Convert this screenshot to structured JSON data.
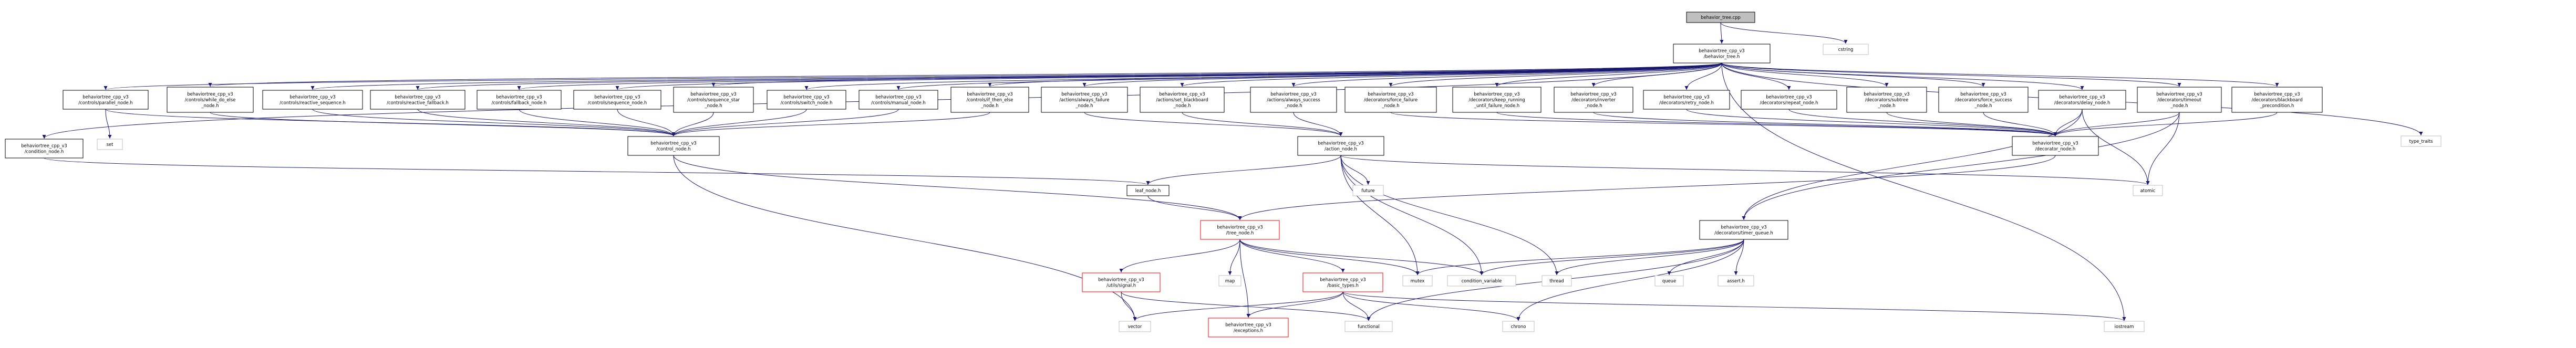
{
  "colors": {
    "edge": "#191970",
    "box_border_black": "#000000",
    "box_border_red": "#ff0000",
    "box_border_gray": "#bfbfbf",
    "root_fill": "#bfbfbf",
    "box_fill": "#ffffff"
  },
  "nodes": [
    {
      "id": "root",
      "style": "root",
      "lines": [
        "behavior_tree.cpp"
      ]
    },
    {
      "id": "bt",
      "style": "black",
      "lines": [
        "behaviortree_cpp_v3",
        "/behavior_tree.h"
      ]
    },
    {
      "id": "cstring",
      "style": "gray",
      "lines": [
        "cstring"
      ]
    },
    {
      "id": "cond",
      "style": "black",
      "lines": [
        "behaviortree_cpp_v3",
        "/condition_node.h"
      ]
    },
    {
      "id": "par",
      "style": "black",
      "lines": [
        "behaviortree_cpp_v3",
        "/controls/parallel_node.h"
      ]
    },
    {
      "id": "set",
      "style": "gray",
      "lines": [
        "set"
      ]
    },
    {
      "id": "whiledo",
      "style": "black",
      "lines": [
        "behaviortree_cpp_v3",
        "/controls/while_do_else",
        "_node.h"
      ]
    },
    {
      "id": "rseq",
      "style": "black",
      "lines": [
        "behaviortree_cpp_v3",
        "/controls/reactive_sequence.h"
      ]
    },
    {
      "id": "rfall",
      "style": "black",
      "lines": [
        "behaviortree_cpp_v3",
        "/controls/reactive_fallback.h"
      ]
    },
    {
      "id": "fall",
      "style": "black",
      "lines": [
        "behaviortree_cpp_v3",
        "/controls/fallback_node.h"
      ]
    },
    {
      "id": "seq",
      "style": "black",
      "lines": [
        "behaviortree_cpp_v3",
        "/controls/sequence_node.h"
      ]
    },
    {
      "id": "seqstar",
      "style": "black",
      "lines": [
        "behaviortree_cpp_v3",
        "/controls/sequence_star",
        "_node.h"
      ]
    },
    {
      "id": "switch",
      "style": "black",
      "lines": [
        "behaviortree_cpp_v3",
        "/controls/switch_node.h"
      ]
    },
    {
      "id": "manual",
      "style": "black",
      "lines": [
        "behaviortree_cpp_v3",
        "/controls/manual_node.h"
      ]
    },
    {
      "id": "ifthen",
      "style": "black",
      "lines": [
        "behaviortree_cpp_v3",
        "/controls/if_then_else",
        "_node.h"
      ]
    },
    {
      "id": "afail",
      "style": "black",
      "lines": [
        "behaviortree_cpp_v3",
        "/actions/always_failure",
        "_node.h"
      ]
    },
    {
      "id": "setbb",
      "style": "black",
      "lines": [
        "behaviortree_cpp_v3",
        "/actions/set_blackboard",
        "_node.h"
      ]
    },
    {
      "id": "asucc",
      "style": "black",
      "lines": [
        "behaviortree_cpp_v3",
        "/actions/always_success",
        "_node.h"
      ]
    },
    {
      "id": "dforcefail",
      "style": "black",
      "lines": [
        "behaviortree_cpp_v3",
        "/decorators/force_failure",
        "_node.h"
      ]
    },
    {
      "id": "dkeep",
      "style": "black",
      "lines": [
        "behaviortree_cpp_v3",
        "/decorators/keep_running",
        "_until_failure_node.h"
      ]
    },
    {
      "id": "dinv",
      "style": "black",
      "lines": [
        "behaviortree_cpp_v3",
        "/decorators/inverter",
        "_node.h"
      ]
    },
    {
      "id": "dretry",
      "style": "black",
      "lines": [
        "behaviortree_cpp_v3",
        "/decorators/retry_node.h"
      ]
    },
    {
      "id": "drepeat",
      "style": "black",
      "lines": [
        "behaviortree_cpp_v3",
        "/decorators/repeat_node.h"
      ]
    },
    {
      "id": "dsub",
      "style": "black",
      "lines": [
        "behaviortree_cpp_v3",
        "/decorators/subtree",
        "_node.h"
      ]
    },
    {
      "id": "dforcesucc",
      "style": "black",
      "lines": [
        "behaviortree_cpp_v3",
        "/decorators/force_success",
        "_node.h"
      ]
    },
    {
      "id": "ddelay",
      "style": "black",
      "lines": [
        "behaviortree_cpp_v3",
        "/decorators/delay_node.h"
      ]
    },
    {
      "id": "dtimeout",
      "style": "black",
      "lines": [
        "behaviortree_cpp_v3",
        "/decorators/timeout",
        "_node.h"
      ]
    },
    {
      "id": "dbb",
      "style": "black",
      "lines": [
        "behaviortree_cpp_v3",
        "/decorators/blackboard",
        "_precondition.h"
      ]
    },
    {
      "id": "typetraits",
      "style": "gray",
      "lines": [
        "type_traits"
      ]
    },
    {
      "id": "control",
      "style": "black",
      "lines": [
        "behaviortree_cpp_v3",
        "/control_node.h"
      ]
    },
    {
      "id": "action",
      "style": "black",
      "lines": [
        "behaviortree_cpp_v3",
        "/action_node.h"
      ]
    },
    {
      "id": "decorator",
      "style": "black",
      "lines": [
        "behaviortree_cpp_v3",
        "/decorator_node.h"
      ]
    },
    {
      "id": "leaf",
      "style": "black",
      "lines": [
        "leaf_node.h"
      ]
    },
    {
      "id": "future",
      "style": "gray",
      "lines": [
        "future"
      ]
    },
    {
      "id": "atomic",
      "style": "gray",
      "lines": [
        "atomic"
      ]
    },
    {
      "id": "treenode",
      "style": "red",
      "lines": [
        "behaviortree_cpp_v3",
        "/tree_node.h"
      ]
    },
    {
      "id": "timerq",
      "style": "black",
      "lines": [
        "behaviortree_cpp_v3",
        "/decorators/timer_queue.h"
      ]
    },
    {
      "id": "signal",
      "style": "red",
      "lines": [
        "behaviortree_cpp_v3",
        "/utils/signal.h"
      ]
    },
    {
      "id": "map",
      "style": "gray",
      "lines": [
        "map"
      ]
    },
    {
      "id": "basic",
      "style": "red",
      "lines": [
        "behaviortree_cpp_v3",
        "/basic_types.h"
      ]
    },
    {
      "id": "mutex",
      "style": "gray",
      "lines": [
        "mutex"
      ]
    },
    {
      "id": "condvar",
      "style": "gray",
      "lines": [
        "condition_variable"
      ]
    },
    {
      "id": "thread",
      "style": "gray",
      "lines": [
        "thread"
      ]
    },
    {
      "id": "queue",
      "style": "gray",
      "lines": [
        "queue"
      ]
    },
    {
      "id": "asserth",
      "style": "gray",
      "lines": [
        "assert.h"
      ]
    },
    {
      "id": "vector",
      "style": "gray",
      "lines": [
        "vector"
      ]
    },
    {
      "id": "exceptions",
      "style": "red",
      "lines": [
        "behaviortree_cpp_v3",
        "/exceptions.h"
      ]
    },
    {
      "id": "functional",
      "style": "gray",
      "lines": [
        "functional"
      ]
    },
    {
      "id": "chrono",
      "style": "gray",
      "lines": [
        "chrono"
      ]
    },
    {
      "id": "iostream",
      "style": "gray",
      "lines": [
        "iostream"
      ]
    }
  ],
  "edges": [
    [
      "root",
      "bt"
    ],
    [
      "root",
      "cstring"
    ],
    [
      "bt",
      "cond"
    ],
    [
      "bt",
      "par"
    ],
    [
      "bt",
      "whiledo"
    ],
    [
      "bt",
      "rseq"
    ],
    [
      "bt",
      "rfall"
    ],
    [
      "bt",
      "fall"
    ],
    [
      "bt",
      "seq"
    ],
    [
      "bt",
      "seqstar"
    ],
    [
      "bt",
      "switch"
    ],
    [
      "bt",
      "manual"
    ],
    [
      "bt",
      "ifthen"
    ],
    [
      "bt",
      "afail"
    ],
    [
      "bt",
      "setbb"
    ],
    [
      "bt",
      "asucc"
    ],
    [
      "bt",
      "dforcefail"
    ],
    [
      "bt",
      "dkeep"
    ],
    [
      "bt",
      "dinv"
    ],
    [
      "bt",
      "dretry"
    ],
    [
      "bt",
      "drepeat"
    ],
    [
      "bt",
      "dsub"
    ],
    [
      "bt",
      "dforcesucc"
    ],
    [
      "bt",
      "ddelay"
    ],
    [
      "bt",
      "dtimeout"
    ],
    [
      "bt",
      "dbb"
    ],
    [
      "bt",
      "typetraits"
    ],
    [
      "bt",
      "iostream"
    ],
    [
      "cond",
      "leaf"
    ],
    [
      "par",
      "set"
    ],
    [
      "par",
      "control"
    ],
    [
      "whiledo",
      "control"
    ],
    [
      "rseq",
      "control"
    ],
    [
      "rfall",
      "control"
    ],
    [
      "fall",
      "control"
    ],
    [
      "seq",
      "control"
    ],
    [
      "seqstar",
      "control"
    ],
    [
      "switch",
      "control"
    ],
    [
      "manual",
      "control"
    ],
    [
      "ifthen",
      "control"
    ],
    [
      "afail",
      "action"
    ],
    [
      "setbb",
      "action"
    ],
    [
      "asucc",
      "action"
    ],
    [
      "dforcefail",
      "decorator"
    ],
    [
      "dkeep",
      "decorator"
    ],
    [
      "dinv",
      "decorator"
    ],
    [
      "dretry",
      "decorator"
    ],
    [
      "drepeat",
      "decorator"
    ],
    [
      "dsub",
      "decorator"
    ],
    [
      "dforcesucc",
      "decorator"
    ],
    [
      "ddelay",
      "decorator"
    ],
    [
      "dtimeout",
      "decorator"
    ],
    [
      "dbb",
      "decorator"
    ],
    [
      "ddelay",
      "timerq"
    ],
    [
      "ddelay",
      "atomic"
    ],
    [
      "dtimeout",
      "timerq"
    ],
    [
      "dtimeout",
      "atomic"
    ],
    [
      "control",
      "treenode"
    ],
    [
      "control",
      "vector"
    ],
    [
      "action",
      "leaf"
    ],
    [
      "action",
      "future"
    ],
    [
      "action",
      "atomic"
    ],
    [
      "action",
      "thread"
    ],
    [
      "action",
      "mutex"
    ],
    [
      "action",
      "condvar"
    ],
    [
      "decorator",
      "treenode"
    ],
    [
      "leaf",
      "treenode"
    ],
    [
      "treenode",
      "signal"
    ],
    [
      "treenode",
      "map"
    ],
    [
      "treenode",
      "basic"
    ],
    [
      "treenode",
      "exceptions"
    ],
    [
      "treenode",
      "mutex"
    ],
    [
      "treenode",
      "condvar"
    ],
    [
      "signal",
      "vector"
    ],
    [
      "signal",
      "functional"
    ],
    [
      "basic",
      "exceptions"
    ],
    [
      "basic",
      "vector"
    ],
    [
      "basic",
      "functional"
    ],
    [
      "basic",
      "chrono"
    ],
    [
      "basic",
      "iostream"
    ],
    [
      "timerq",
      "mutex"
    ],
    [
      "timerq",
      "condvar"
    ],
    [
      "timerq",
      "thread"
    ],
    [
      "timerq",
      "queue"
    ],
    [
      "timerq",
      "asserth"
    ],
    [
      "timerq",
      "chrono"
    ],
    [
      "timerq",
      "functional"
    ]
  ]
}
